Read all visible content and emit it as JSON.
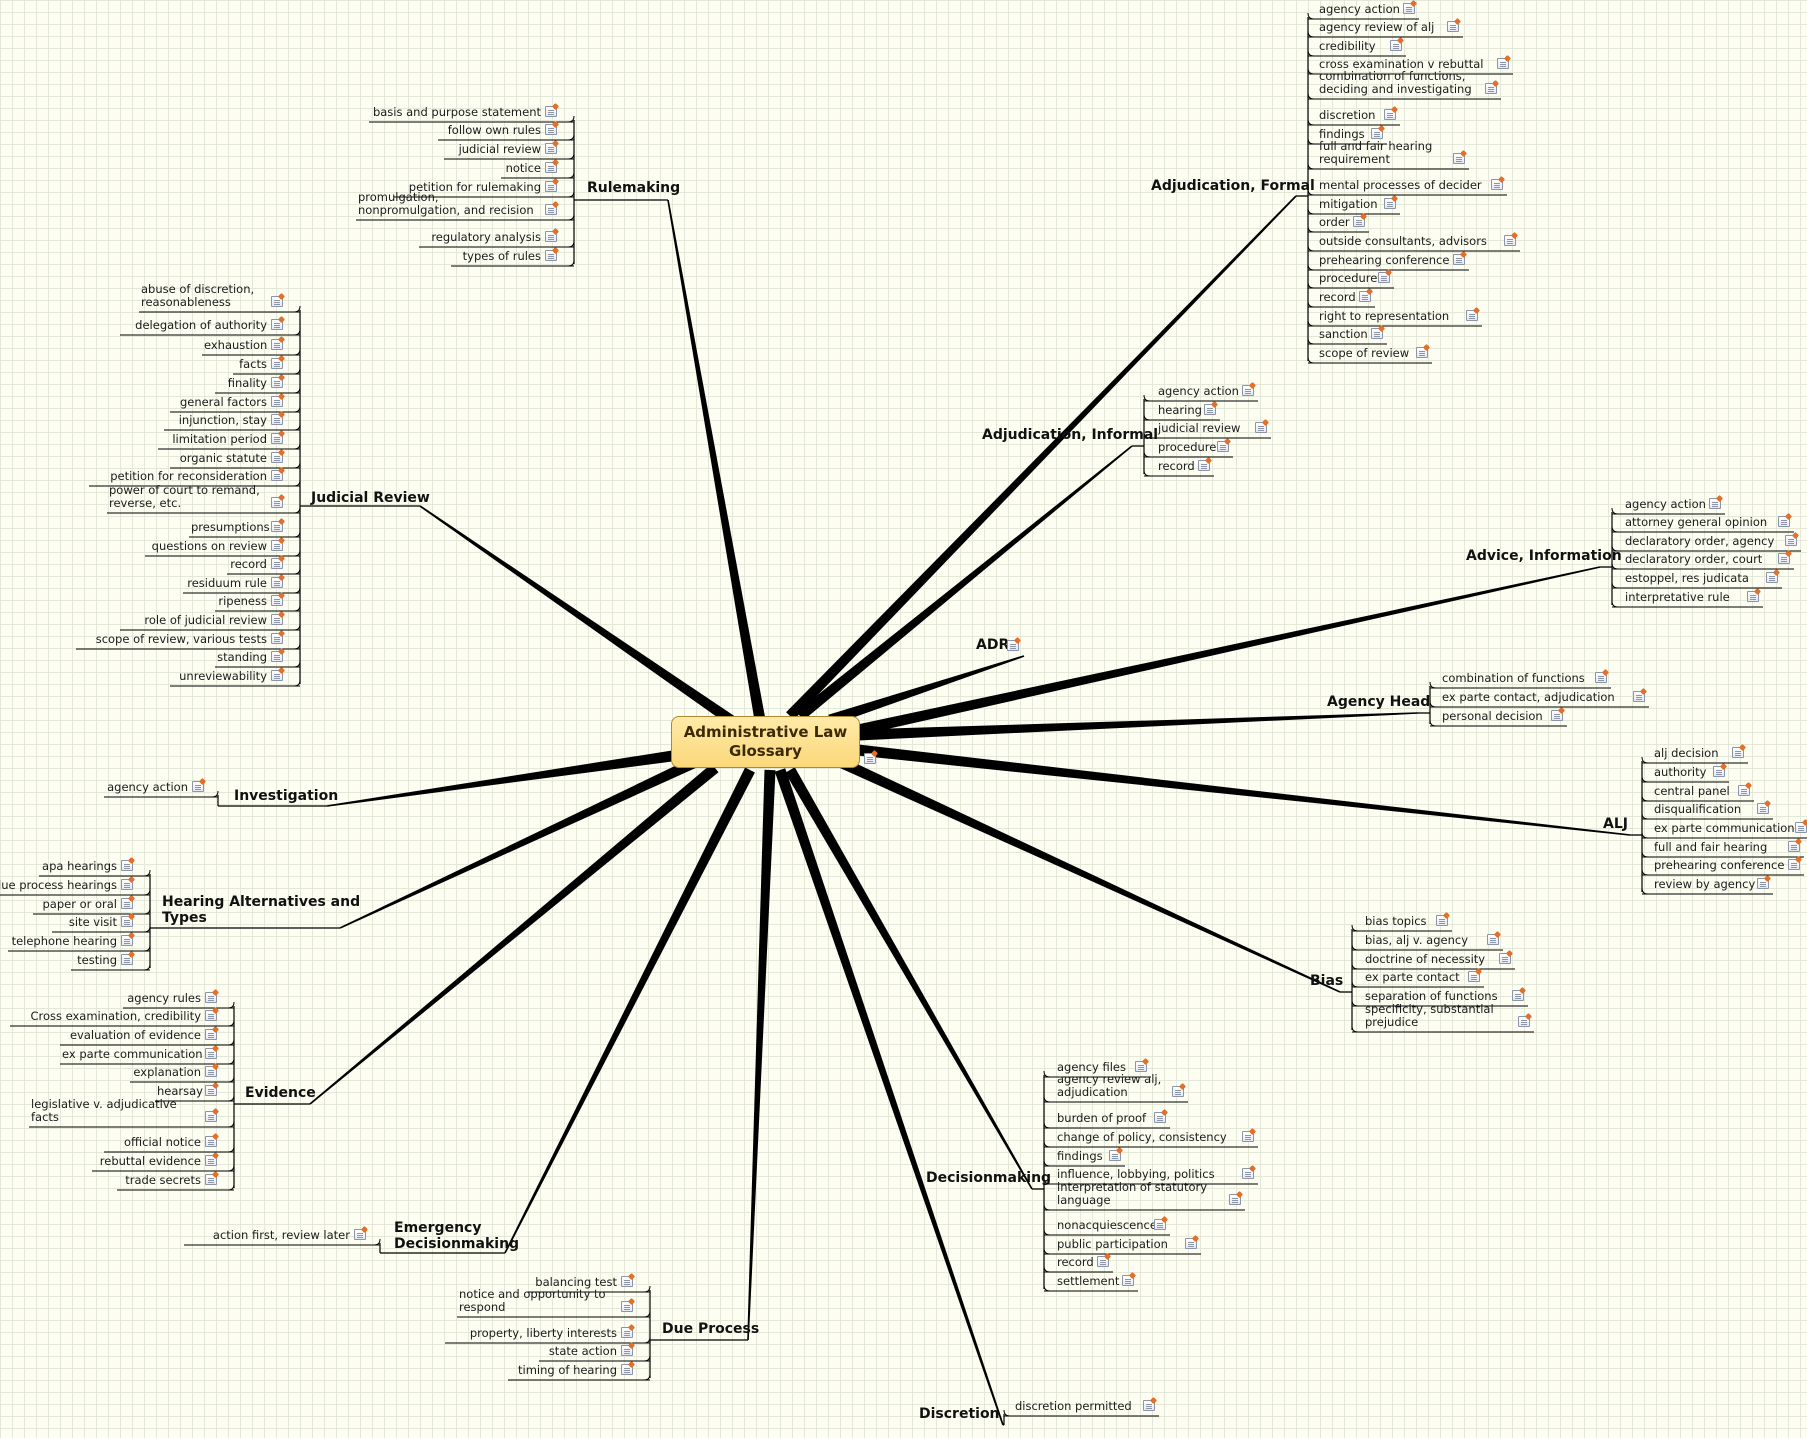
{
  "central": {
    "title": "Administrative Law\nGlossary"
  },
  "branches": [
    {
      "id": "rulemaking",
      "title": "Rulemaking",
      "leaves": [
        "basis and purpose statement",
        "follow own rules",
        "judicial review",
        "notice",
        "petition for rulemaking",
        "promulgation,\nnonpromulgation, and recision",
        "regulatory analysis",
        "types of rules"
      ]
    },
    {
      "id": "judicial-review",
      "title": "Judicial Review",
      "leaves": [
        "abuse of discretion,\nreasonableness",
        "delegation of authority",
        "exhaustion",
        "facts",
        "finality",
        "general factors",
        "injunction, stay",
        "limitation period",
        "organic statute",
        "petition for reconsideration",
        "power of court to remand,\nreverse, etc.",
        "presumptions",
        "questions on review",
        "record",
        "residuum rule",
        "ripeness",
        "role of judicial review",
        "scope of review, various tests",
        "standing",
        "unreviewability"
      ]
    },
    {
      "id": "investigation",
      "title": "Investigation",
      "leaves": [
        "agency action"
      ]
    },
    {
      "id": "hearing-alternatives",
      "title": "Hearing Alternatives and\nTypes",
      "leaves": [
        "apa hearings",
        "due process hearings",
        "paper or oral",
        "site visit",
        "telephone hearing",
        "testing"
      ]
    },
    {
      "id": "evidence",
      "title": "Evidence",
      "leaves": [
        "agency rules",
        "Cross examination, credibility",
        "evaluation of evidence",
        "ex parte communication",
        "explanation",
        "hearsay",
        "legislative v. adjudicative\nfacts",
        "official notice",
        "rebuttal evidence",
        "trade secrets"
      ]
    },
    {
      "id": "emergency",
      "title": "Emergency\nDecisionmaking",
      "leaves": [
        "action first, review later"
      ]
    },
    {
      "id": "due-process",
      "title": "Due Process",
      "leaves": [
        "balancing test",
        "notice and opportunity to\nrespond",
        "property, liberty interests",
        "state action",
        "timing of hearing"
      ]
    },
    {
      "id": "discretion",
      "title": "Discretion",
      "leaves": [
        "discretion permitted"
      ]
    },
    {
      "id": "decisionmaking",
      "title": "Decisionmaking",
      "leaves": [
        "agency files",
        "agency review alj,\nadjudication",
        "burden of proof",
        "change of policy, consistency",
        "findings",
        "influence, lobbying, politics",
        "interpretation of statutory\nlanguage",
        "nonacquiescence",
        "public participation",
        "record",
        "settlement"
      ]
    },
    {
      "id": "bias",
      "title": "Bias",
      "leaves": [
        "bias topics",
        "bias, alj v. agency",
        "doctrine of necessity",
        "ex parte contact",
        "separation of functions",
        "specificity, substantial\nprejudice"
      ]
    },
    {
      "id": "alj",
      "title": "ALJ",
      "leaves": [
        "alj decision",
        "authority",
        "central panel",
        "disqualification",
        "ex parte communication",
        "full and fair hearing",
        "prehearing conference",
        "review by agency"
      ]
    },
    {
      "id": "agency-head",
      "title": "Agency Head",
      "leaves": [
        "combination of functions",
        "ex parte contact, adjudication",
        "personal decision"
      ]
    },
    {
      "id": "adr",
      "title": "ADR",
      "leaves": []
    },
    {
      "id": "advice",
      "title": "Advice, Information",
      "leaves": [
        "agency action",
        "attorney general opinion",
        "declaratory order, agency",
        "declaratory order, court",
        "estoppel, res judicata",
        "interpretative rule"
      ]
    },
    {
      "id": "adj-informal",
      "title": "Adjudication, Informal",
      "leaves": [
        "agency action",
        "hearing",
        "judicial review",
        "procedure",
        "record"
      ]
    },
    {
      "id": "adj-formal",
      "title": "Adjudication, Formal",
      "leaves": [
        "agency action",
        "agency review of alj",
        "credibility",
        "cross examination v rebuttal",
        "combination of functions,\ndeciding and investigating",
        "discretion",
        "findings",
        "full and fair hearing\nrequirement",
        "mental processes of decider",
        "mitigation",
        "order",
        "outside consultants, advisors",
        "prehearing conference",
        "procedure",
        "record",
        "right to representation",
        "sanction",
        "scope of review"
      ]
    }
  ]
}
